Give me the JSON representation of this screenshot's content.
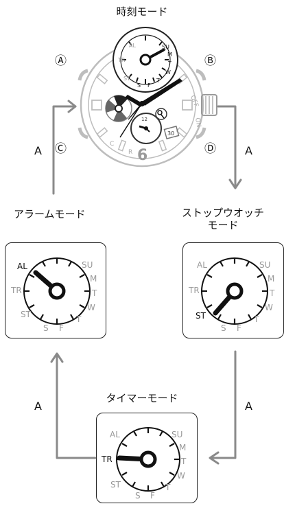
{
  "modes": {
    "timekeeping": "時刻モード",
    "alarm": "アラームモード",
    "stopwatch_line1": "ストップウオッチ",
    "stopwatch_line2": "モード",
    "timer": "タイマーモード"
  },
  "buttons": {
    "a": "Ⓐ",
    "b": "Ⓑ",
    "c": "Ⓒ",
    "d": "Ⓓ"
  },
  "arrow_label": "A",
  "dial_labels": {
    "al": "AL",
    "su": "SU",
    "m": "M",
    "t1": "T",
    "w": "W",
    "tr": "TR",
    "st": "ST",
    "s": "S",
    "f": "F",
    "t2": "T"
  },
  "watch": {
    "off": "OFF",
    "on": "ON",
    "c": "C",
    "r": "R",
    "six": "6",
    "twelve": "12",
    "date": "30"
  },
  "colors": {
    "line": "#222222",
    "gray": "#8a8a8a",
    "light_gray": "#bdbdbd"
  }
}
